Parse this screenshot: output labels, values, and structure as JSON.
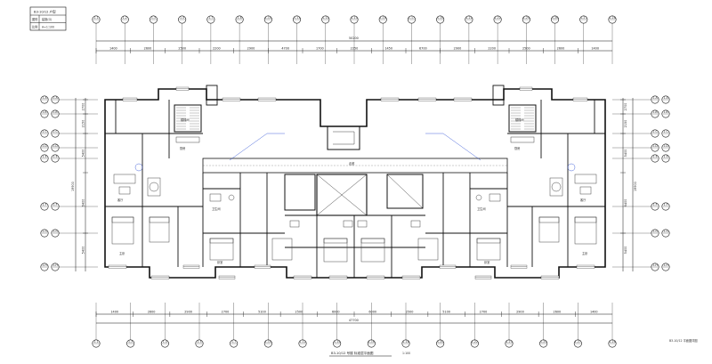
{
  "title_block": {
    "heading": "B3-10/12 户型",
    "rows": [
      {
        "label": "图别",
        "value": "建施(G)"
      },
      {
        "label": "比例",
        "value": "A=1:100"
      }
    ]
  },
  "top_axes": [
    "1-1",
    "1-2",
    "1-3",
    "1-5",
    "1-7",
    "1-8",
    "1-10",
    "1-11",
    "1-13",
    "1-15",
    "1-16",
    "1-17",
    "1-19",
    "1-21",
    "1-22",
    "1-24",
    "1-26",
    "1-27",
    "1-28"
  ],
  "bottom_axes": [
    "1-1",
    "1-3",
    "1-4",
    "1-5",
    "1-7",
    "1-10",
    "1-12",
    "1-14",
    "1-16",
    "1-18",
    "1-20",
    "1-22",
    "1-23",
    "1-25",
    "1-27",
    "1-28"
  ],
  "left_axes": [
    "1-A",
    "1-B",
    "1-C",
    "1-D",
    "1-E",
    "1-F",
    "1-G",
    "1-H"
  ],
  "right_axes": [
    "1-A",
    "1-B",
    "1-C",
    "1-D",
    "1-E",
    "1-F",
    "1-G",
    "1-H"
  ],
  "top_dims": [
    "1400",
    "2600",
    "2500",
    "2200",
    "2900",
    "4700",
    "1700",
    "2250",
    "1450",
    "6700",
    "2900",
    "2200",
    "2500",
    "2600",
    "1400"
  ],
  "top_total": "50200",
  "bottom_dims": [
    "1400",
    "2600",
    "2900",
    "2700",
    "5100",
    "2500",
    "6000",
    "6000",
    "2500",
    "5100",
    "2700",
    "2900",
    "2600",
    "1400"
  ],
  "bottom_total": "47700",
  "side_dims": [
    "2700",
    "2150",
    "5400",
    "6400",
    "5400"
  ],
  "side_total": "19900",
  "room_labels": {
    "living": "客厅",
    "bed1": "主卧",
    "bed2": "卧室",
    "bed3": "卧室",
    "kitchen": "厨房",
    "bath": "卫生间",
    "corridor": "走廊",
    "stair": "楼梯间"
  },
  "floor_caption": "B3-10/12 号楼 标准层平面图",
  "floor_scale": "1:100",
  "side_note": "B3-10/12 平面图详图",
  "colors": {
    "line": "#111111",
    "accent": "#1a3fd0",
    "hatch": "#999999"
  }
}
